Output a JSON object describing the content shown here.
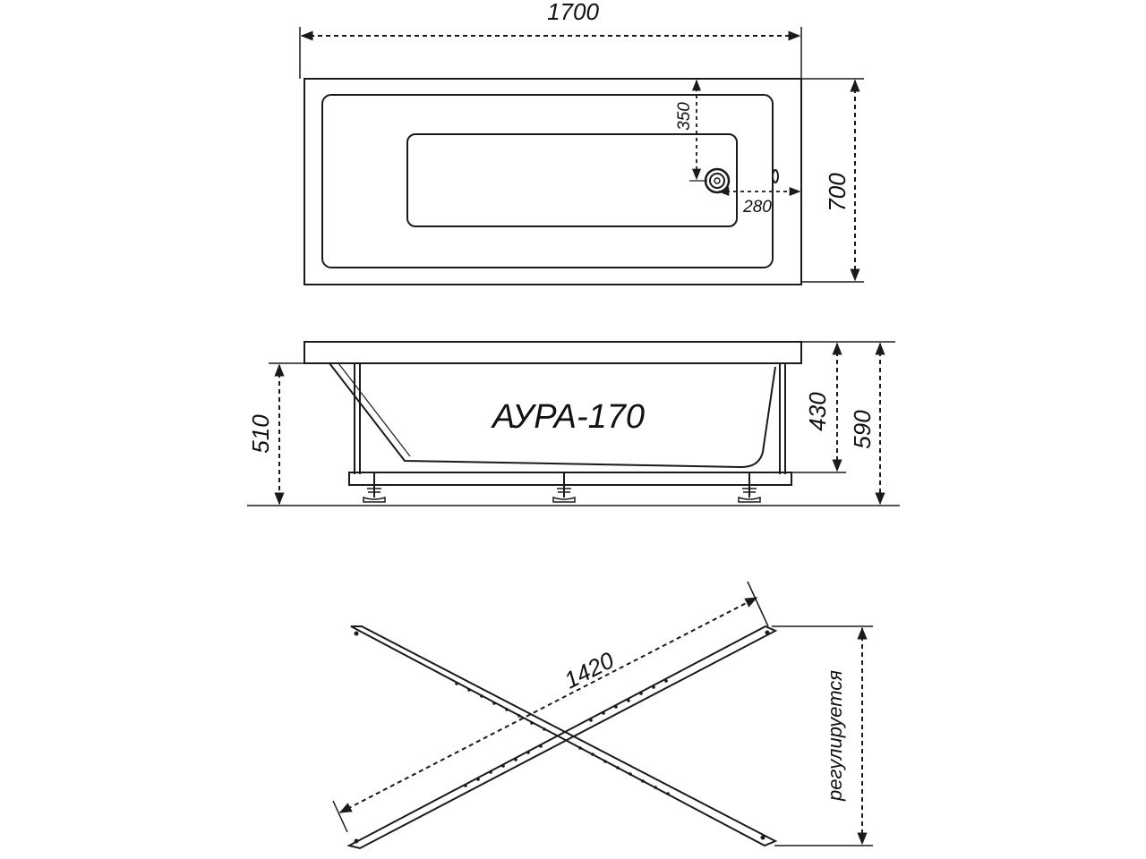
{
  "top_view": {
    "length_label": "1700",
    "width_label": "700",
    "drain_offset_top_label": "350",
    "drain_offset_side_label": "280"
  },
  "side_view": {
    "model_label": "АУРА-170",
    "bowl_depth_label": "430",
    "total_height_label": "590",
    "rim_height_label": "510"
  },
  "frame_view": {
    "crossbar_length_label": "1420",
    "adjustable_label": "регулируется"
  },
  "colors": {
    "line": "#1a1a1a",
    "background": "#ffffff"
  }
}
